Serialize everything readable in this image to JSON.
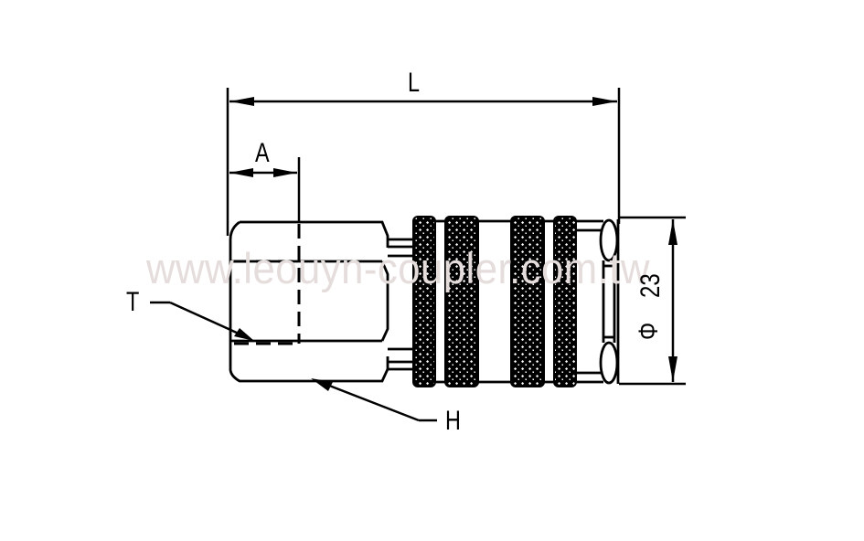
{
  "diagram": {
    "subject": "quick coupler socket, female thread",
    "dimensions": {
      "overall_length_label": "L",
      "thread_depth_label": "A",
      "thread_label": "T",
      "hex_label": "H",
      "diameter_symbol": "Φ",
      "diameter_value": "23"
    },
    "watermark": "www.leouyn-coupler.com.tw",
    "colors": {
      "line": "#000000",
      "background": "#ffffff",
      "watermark": "#e5dcdc"
    }
  }
}
